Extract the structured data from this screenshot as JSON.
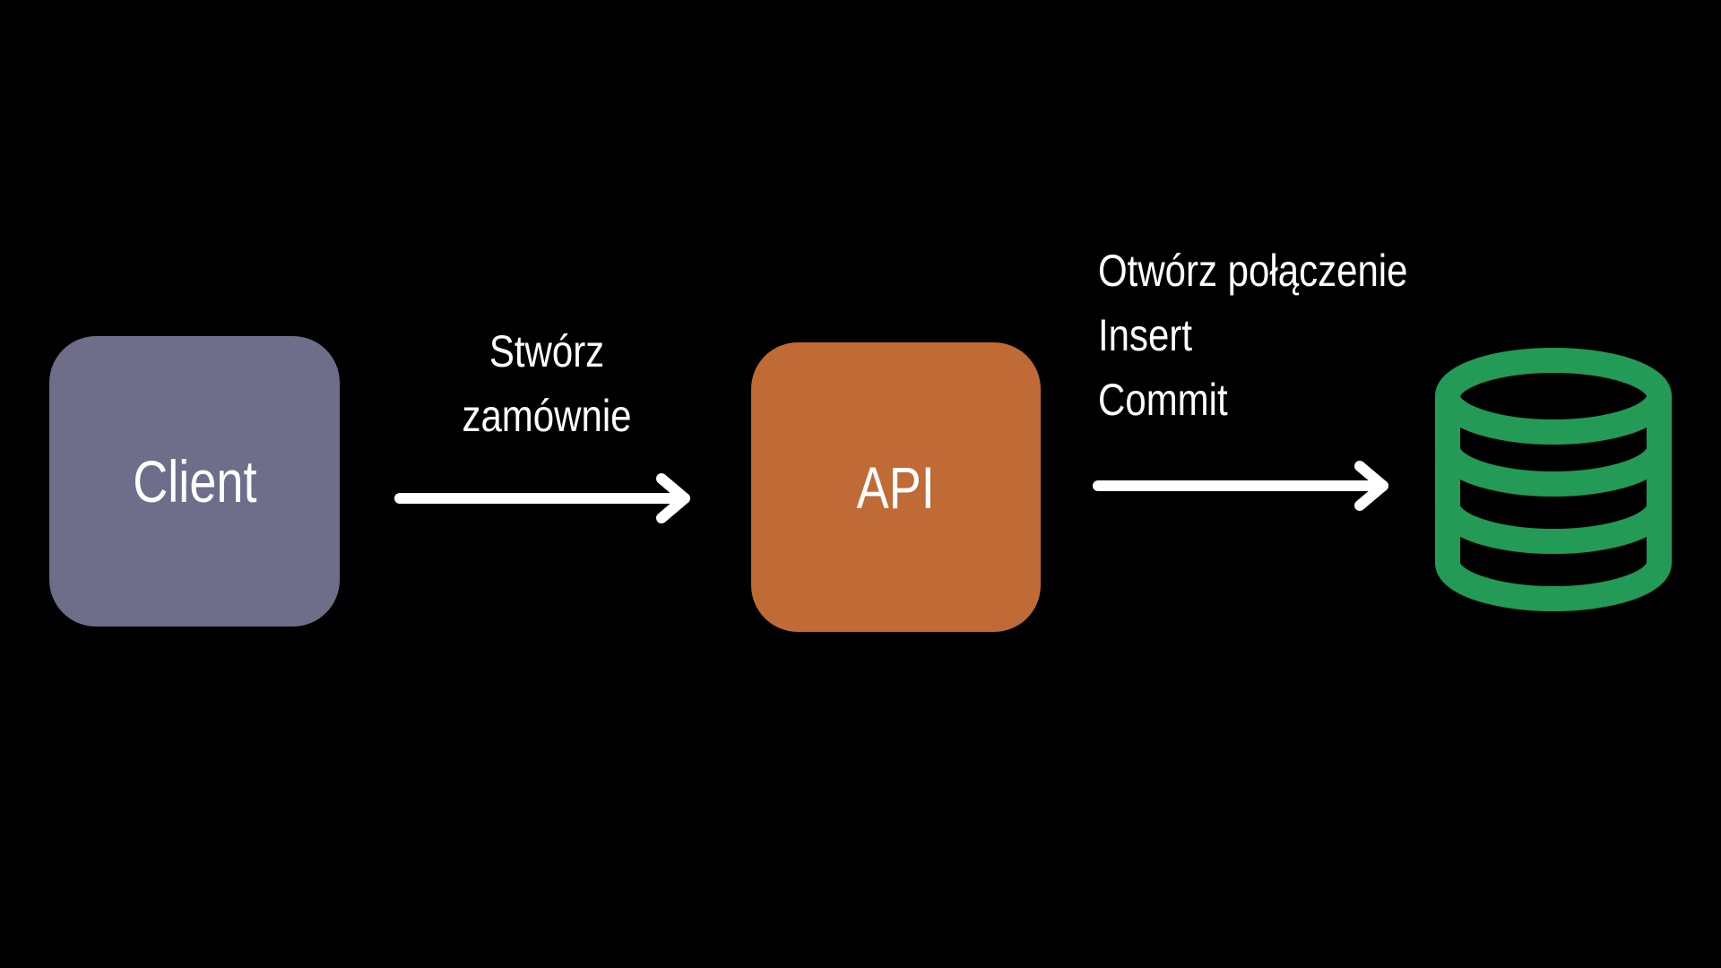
{
  "diagram": {
    "nodes": {
      "client": {
        "label": "Client",
        "color": "#6e6e8a",
        "icon": "box"
      },
      "api": {
        "label": "API",
        "color": "#c06a35",
        "icon": "box"
      },
      "database": {
        "label": "",
        "color": "#239a55",
        "icon": "database-icon"
      }
    },
    "edges": {
      "client_to_api": {
        "lines": [
          "Stwórz",
          "zamównie"
        ],
        "color": "#ffffff"
      },
      "api_to_database": {
        "lines": [
          "Otwórz połączenie",
          "Insert",
          "Commit"
        ],
        "color": "#ffffff"
      }
    },
    "background": "#000000"
  }
}
